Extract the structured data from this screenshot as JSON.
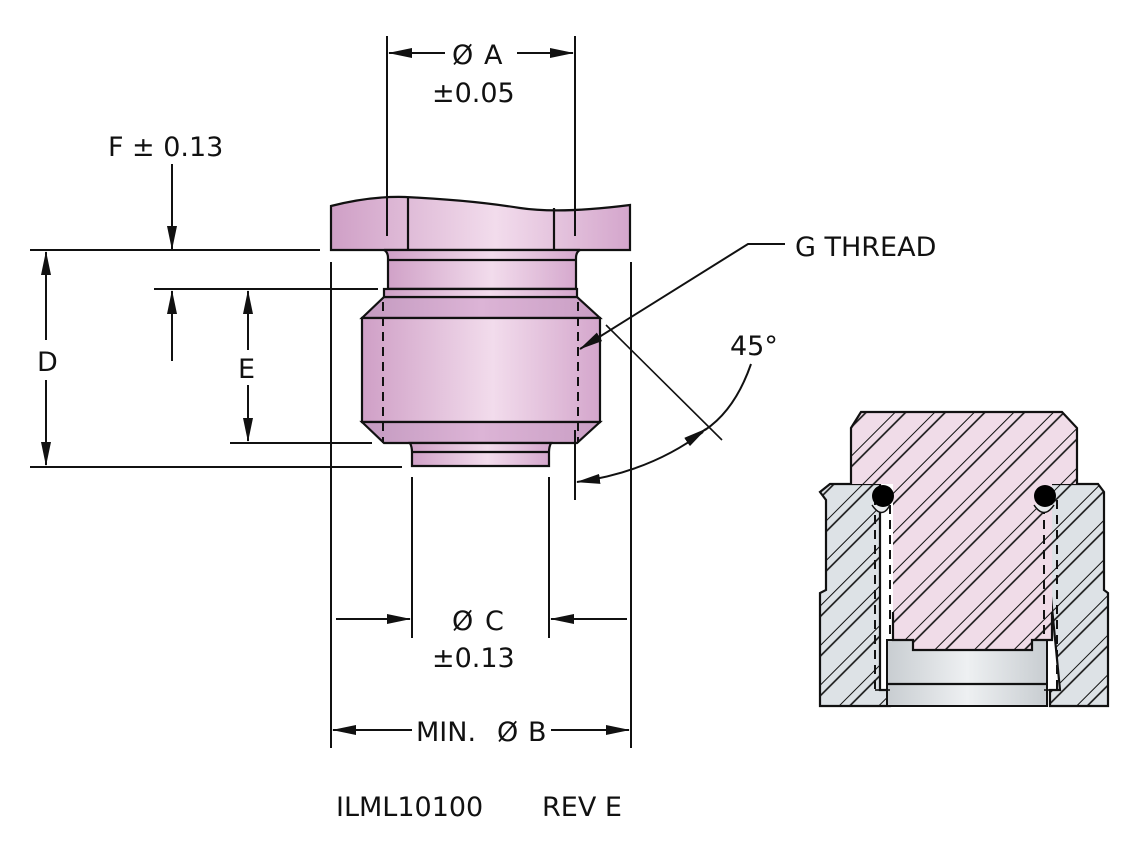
{
  "drawing": {
    "part_number": "ILML10100",
    "revision": "REV E",
    "colors": {
      "part_fill": "#e8c8e0",
      "part_shade": "#d4a8cc",
      "section_part": "#f0dce8",
      "body_fill": "#dde2e6",
      "oring": "#000000",
      "line": "#111111"
    }
  },
  "dimensions": {
    "dia_a": {
      "symbol": "Ø",
      "name": "A",
      "tolerance": "±0.05"
    },
    "f": {
      "name": "F",
      "tolerance": "± 0.13"
    },
    "d": {
      "name": "D"
    },
    "e": {
      "name": "E"
    },
    "g_thread": {
      "text": "G THREAD"
    },
    "angle": {
      "text": "45°"
    },
    "dia_c": {
      "symbol": "Ø",
      "name": "C",
      "tolerance": "±0.13"
    },
    "dia_b": {
      "prefix": "MIN.",
      "symbol": "Ø",
      "name": "B"
    }
  }
}
